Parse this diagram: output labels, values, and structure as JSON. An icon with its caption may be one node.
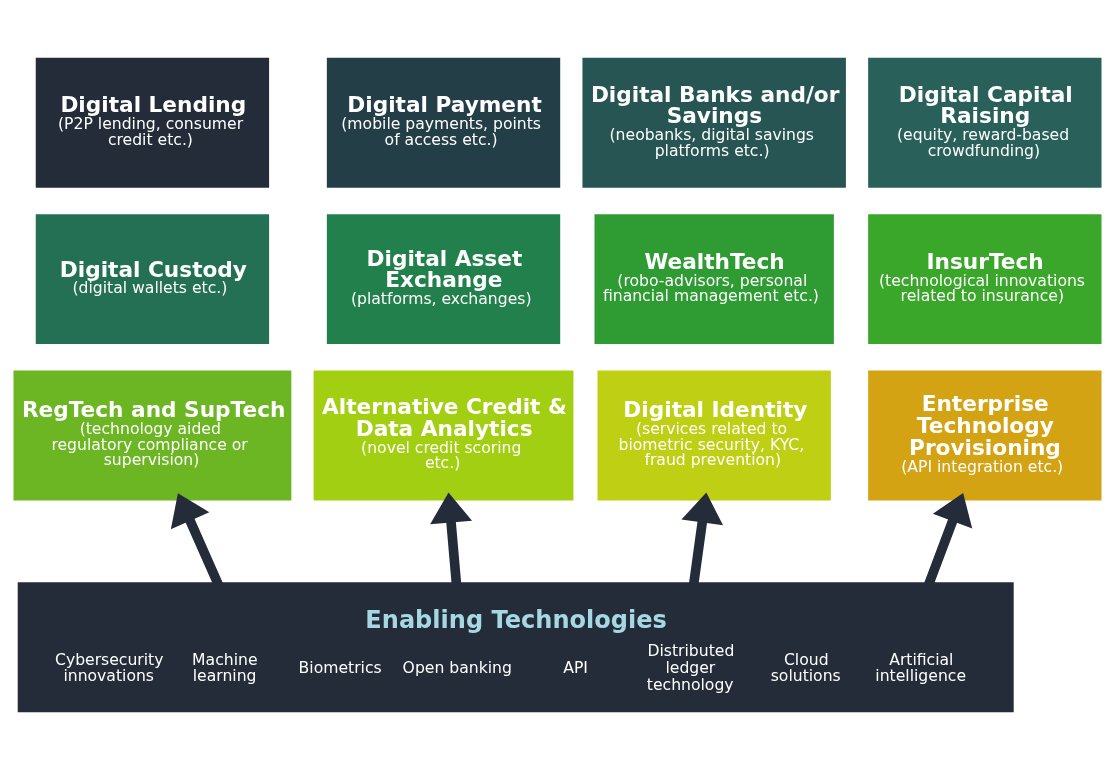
{
  "diagram": {
    "nodes": [
      {
        "text": [
          "Digital Lending",
          "(P2P lending, consumer credit etc.)"
        ]
      },
      {
        "text": [
          "Digital Payment",
          "(mobile payments, points of access etc.)"
        ]
      },
      {
        "text": [
          "Digital Banks and/or Savings",
          "(neobanks, digital savings platforms etc.)"
        ]
      },
      {
        "text": [
          "Digital Capital Raising",
          "(equity, reward-based crowdfunding)"
        ]
      },
      {
        "text": [
          "Digital Custody",
          "(digital wallets etc.)"
        ]
      },
      {
        "text": [
          "Digital Asset Exchange",
          "(platforms, exchanges)"
        ]
      },
      {
        "text": [
          "WealthTech",
          "(robo-advisors, personal financial management etc.)"
        ]
      },
      {
        "text": [
          "InsurTech",
          "(technological innovations related to insurance)"
        ]
      },
      {
        "text": [
          "RegTech and SupTech",
          "(technology aided regulatory compliance or supervision)"
        ]
      },
      {
        "text": [
          "Alternative Credit & Data Analytics",
          "(novel credit scoring etc.)"
        ]
      },
      {
        "text": [
          "Digital Identity",
          "(services related to biometric security, KYC, fraud prevention)"
        ]
      },
      {
        "text": [
          "Enterprise Technology Provisioning",
          "(API integration etc.)"
        ]
      },
      {
        "text": [
          "Enabling Technologies",
          "Cybersecurity innovations",
          "Machine learning",
          "Biometrics",
          "Open banking",
          "API",
          "Distributed ledger technology",
          "Cloud solutions",
          "Artificial intelligence"
        ]
      }
    ],
    "edges": [
      {
        "from": 12,
        "to": 8,
        "arrow": "to"
      },
      {
        "from": 12,
        "to": 9,
        "arrow": "to"
      },
      {
        "from": 12,
        "to": 10,
        "arrow": "to"
      },
      {
        "from": 12,
        "to": 11,
        "arrow": "to"
      }
    ]
  }
}
